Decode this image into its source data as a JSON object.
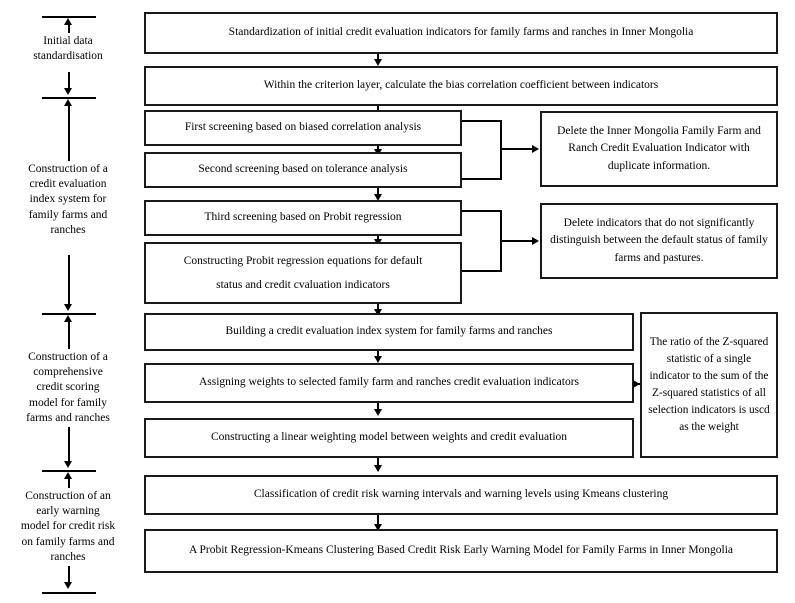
{
  "figure": {
    "type": "flowchart",
    "orientation": "top-to-bottom",
    "background": "#ffffff",
    "line_color": "#000000"
  },
  "stages": [
    {
      "id": "stage-1",
      "label": "Initial data\nstandardisation"
    },
    {
      "id": "stage-2",
      "label": "Construction of a\ncredit evaluation\nindex system for\nfamily farms and\nranches"
    },
    {
      "id": "stage-3",
      "label": "Construction of a\ncomprehensive\ncredit scoring\nmodel for family\nfarms and ranches"
    },
    {
      "id": "stage-4",
      "label": "Construction of an\nearly warning\nmodel for credit risk\non family farms and\nranches"
    }
  ],
  "main_flow": [
    {
      "id": "step-1",
      "text": "Standardization of initial credit evaluation indicators for family farms and ranches in Inner Mongolia"
    },
    {
      "id": "step-2",
      "text": "Within the criterion layer, calculate the bias correlation coefficient between indicators"
    },
    {
      "id": "step-3",
      "text": "First screening based on biased correlation analysis"
    },
    {
      "id": "step-4",
      "text": "Second screening based on tolerance analysis"
    },
    {
      "id": "step-5",
      "text": "Third screening based on Probit regression"
    },
    {
      "id": "step-6",
      "line1": "Constructing Probit regression equations for default",
      "line2": "status and credit cvaluation indicators"
    },
    {
      "id": "step-7",
      "text": "Building a credit evaluation index system for family farms and ranches"
    },
    {
      "id": "step-8",
      "text": "Assigning weights to selected family farm and ranches credit evaluation indicators"
    },
    {
      "id": "step-9",
      "text": "Constructing a linear weighting model between weights and credit evaluation"
    },
    {
      "id": "step-10",
      "text": "Classification of credit risk warning intervals and warning levels using Kmeans clustering"
    },
    {
      "id": "step-11",
      "text": "A Probit Regression-Kmeans Clustering Based Credit Risk Early Warning Model for Family Farms in Inner Mongolia"
    }
  ],
  "side_notes": [
    {
      "id": "note-1",
      "text": "Delete the Inner Mongolia Family Farm and Ranch Credit Evaluation Indicator with duplicate information."
    },
    {
      "id": "note-2",
      "text": "Delete indicators that do not significantly distinguish between the default status of family farms and pastures."
    },
    {
      "id": "note-3",
      "text": "The ratio of the Z-squared statistic of a single indicator to the sum of the Z-squared statistics of all selection indicators is uscd as the weight"
    }
  ]
}
